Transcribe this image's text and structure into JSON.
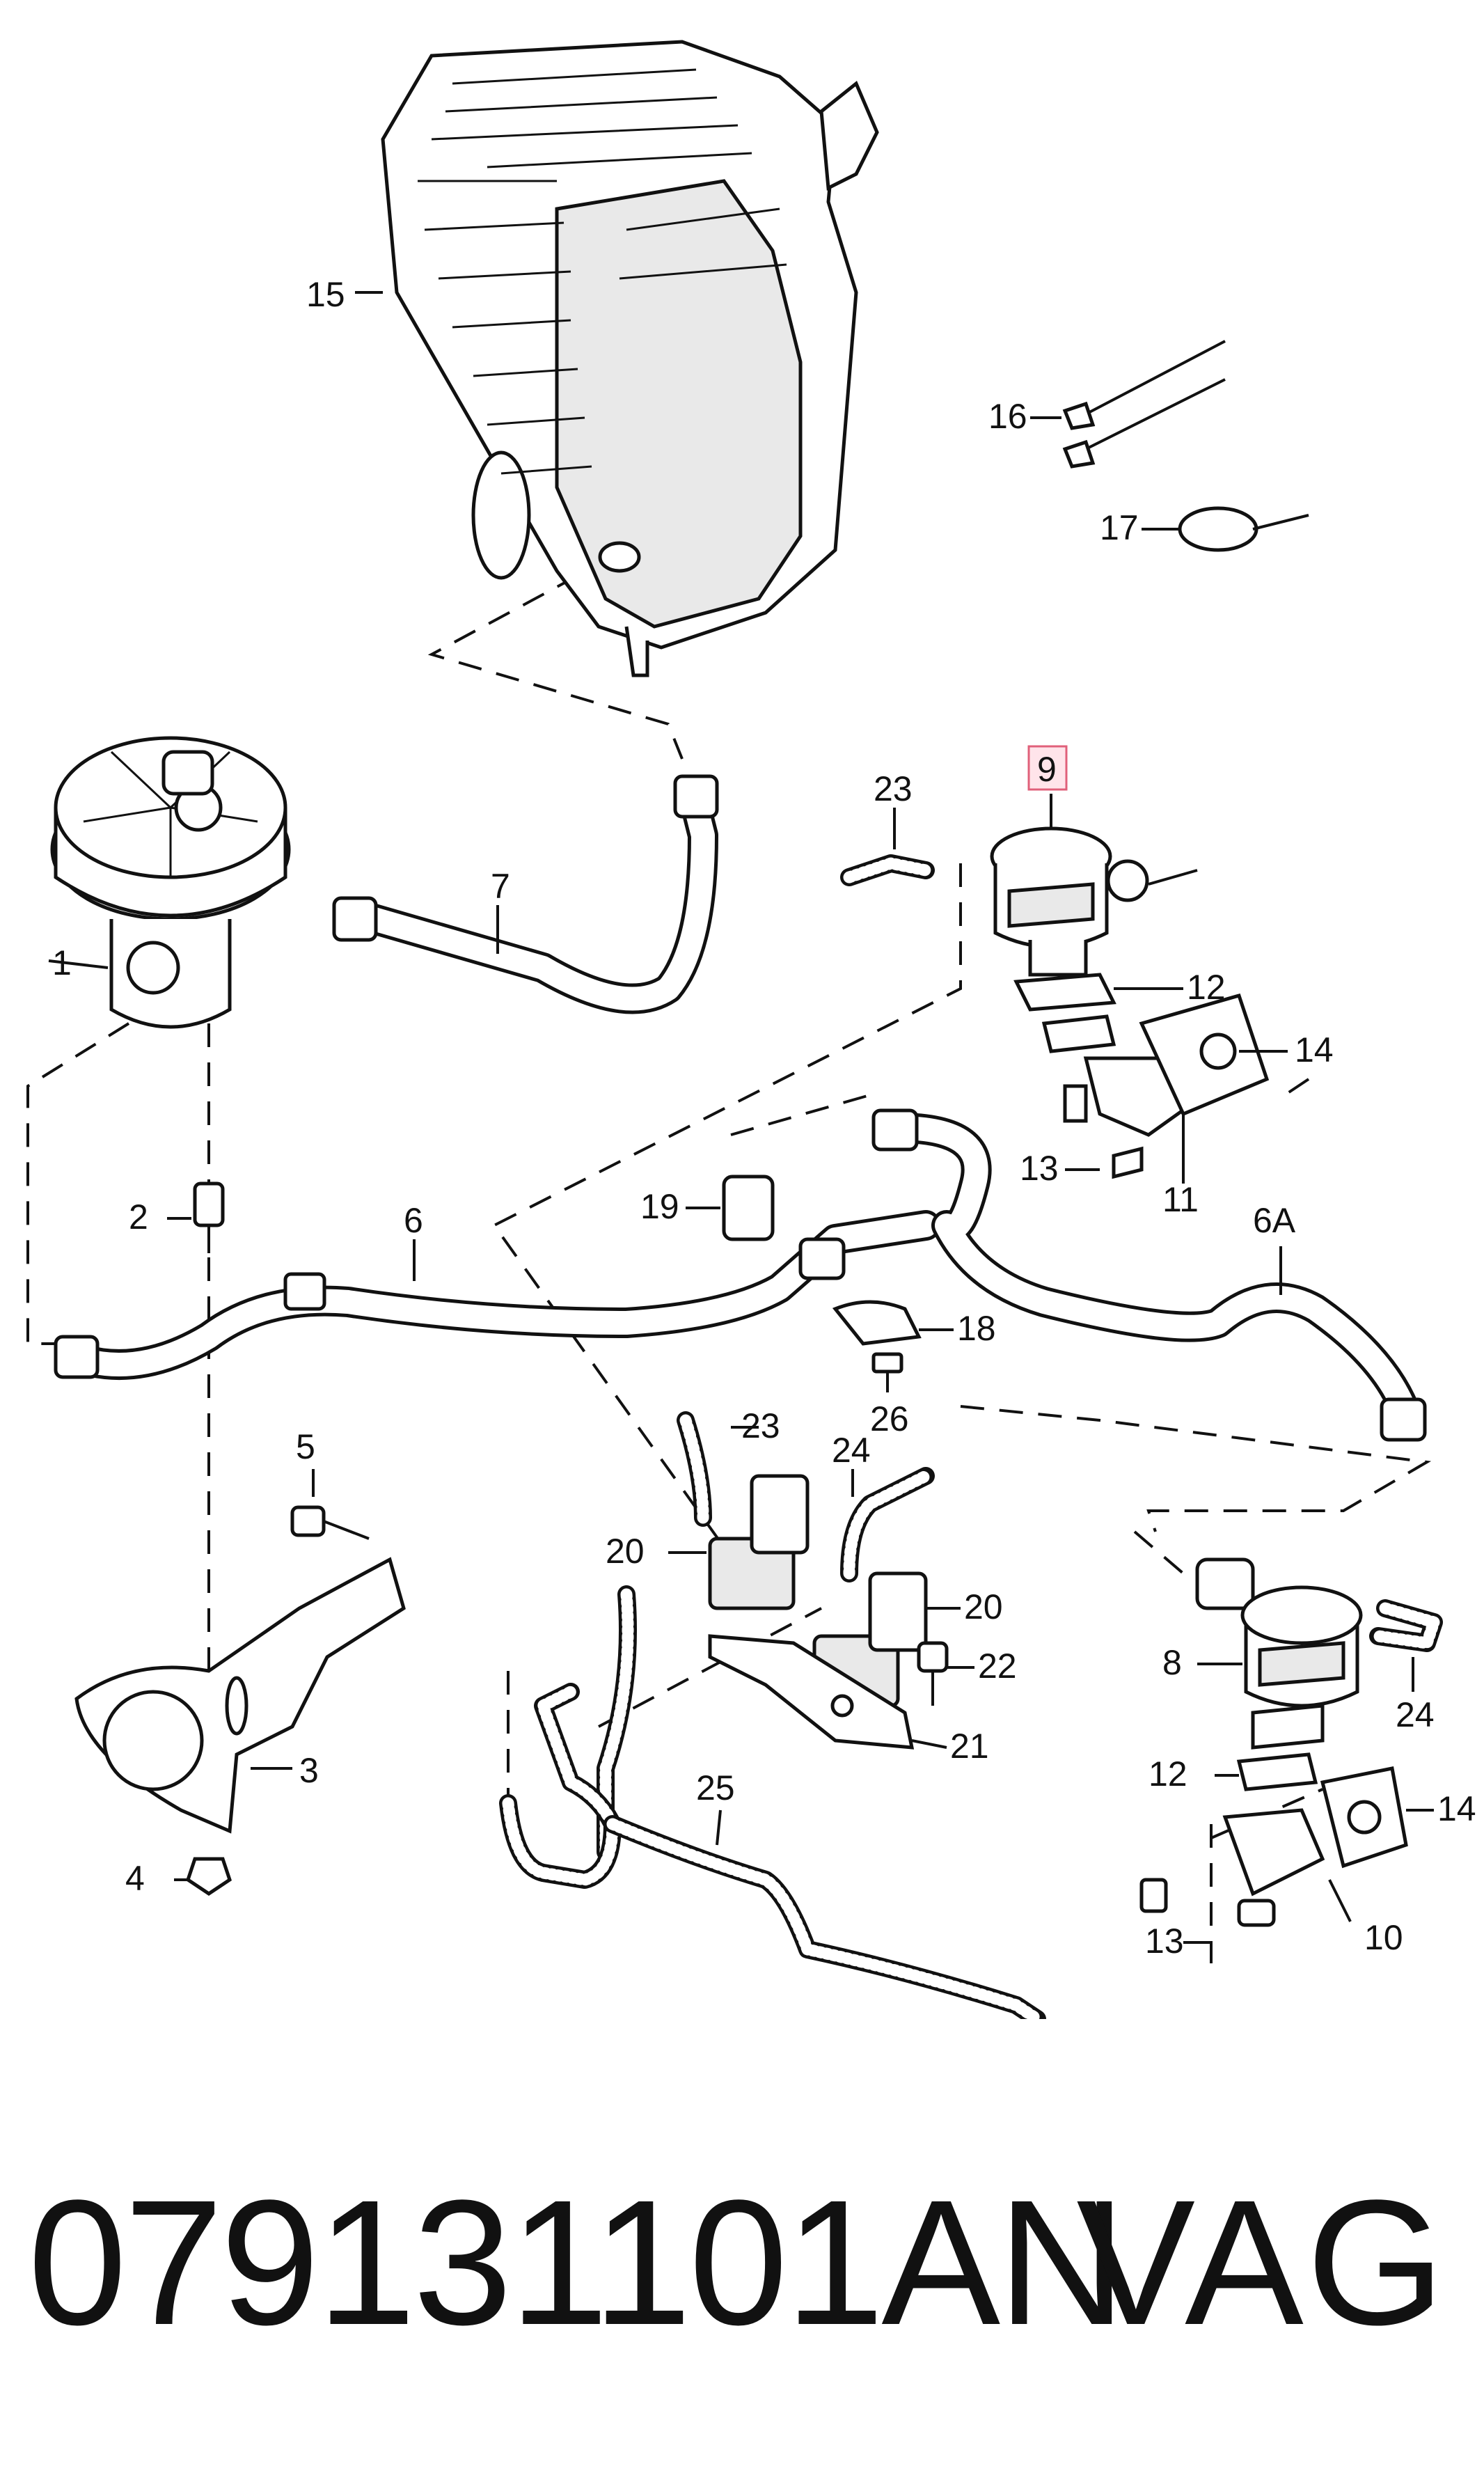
{
  "callouts": {
    "c1": "1",
    "c2": "2",
    "c3": "3",
    "c4": "4",
    "c5": "5",
    "c6": "6",
    "c6a": "6A",
    "c7": "7",
    "c8": "8",
    "c9": "9",
    "c10": "10",
    "c11": "11",
    "c12a": "12",
    "c12b": "12",
    "c13a": "13",
    "c13b": "13",
    "c14a": "14",
    "c14b": "14",
    "c15": "15",
    "c16": "16",
    "c17": "17",
    "c18": "18",
    "c19": "19",
    "c20a": "20",
    "c20b": "20",
    "c21": "21",
    "c22": "22",
    "c23a": "23",
    "c23b": "23",
    "c24a": "24",
    "c24b": "24",
    "c25": "25",
    "c26": "26"
  },
  "highlight_color": "#e0607a",
  "footer": {
    "part_number": "079131101AN",
    "brand": "VAG"
  }
}
